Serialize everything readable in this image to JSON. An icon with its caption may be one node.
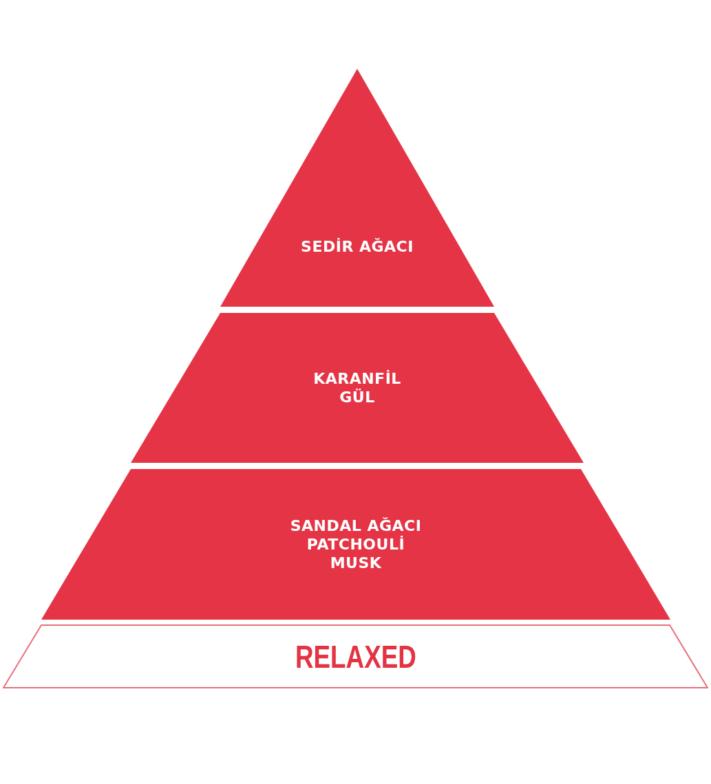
{
  "diagram": {
    "nodes": [
      {
        "text": [
          "SEDİR AĞACI"
        ]
      },
      {
        "text": [
          "KARANFİL",
          "GÜL"
        ]
      },
      {
        "text": [
          "SANDAL AĞACI",
          "PATCHOULİ",
          "MUSK"
        ]
      },
      {
        "text": [
          "RELAXED"
        ]
      }
    ]
  }
}
